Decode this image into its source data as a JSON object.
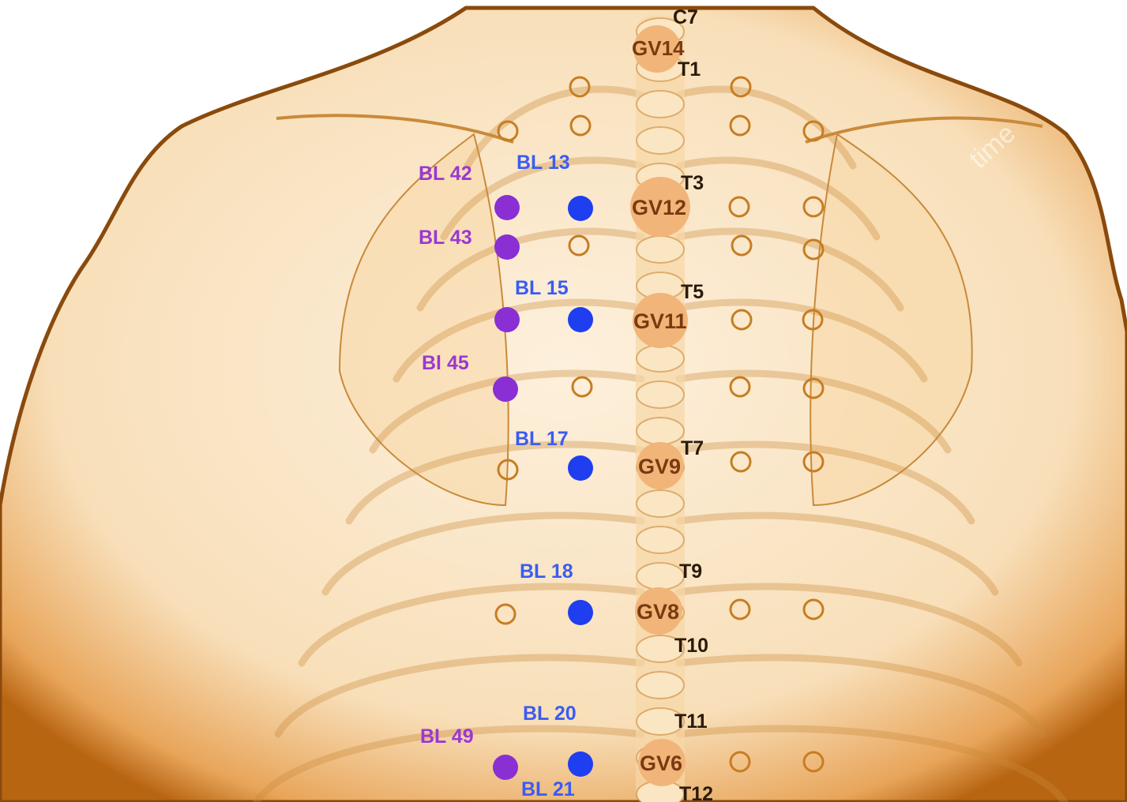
{
  "colors": {
    "skin_fill": "#fbe7c8",
    "skin_edge": "#c9761a",
    "skin_dark": "#7a3f08",
    "bone": "#f7d7a6",
    "bone_line": "#c98a3a",
    "gv_disc": "#f1b57a",
    "open_point": "#c77d22",
    "bl_inner_point": "#1e3ef0",
    "bl_outer_point": "#8a2fd3",
    "gv_text": "#7a3a10",
    "vertebra_text": "#2a1a0a",
    "bl_inner_text": "#3a5cf2",
    "bl_outer_text": "#9a38d2"
  },
  "watermark": "time",
  "vertebra_labels": [
    "C7",
    "T1",
    "T3",
    "T5",
    "T7",
    "T9",
    "T10",
    "T11",
    "T12"
  ],
  "gv_points": [
    "GV14",
    "GV12",
    "GV11",
    "GV9",
    "GV8",
    "GV6"
  ],
  "bl_inner_labels": [
    "BL 13",
    "BL 15",
    "BL 17",
    "BL 18",
    "BL 20",
    "BL 21"
  ],
  "bl_outer_labels": [
    "BL 42",
    "BL 43",
    "Bl 45",
    "BL 49"
  ]
}
